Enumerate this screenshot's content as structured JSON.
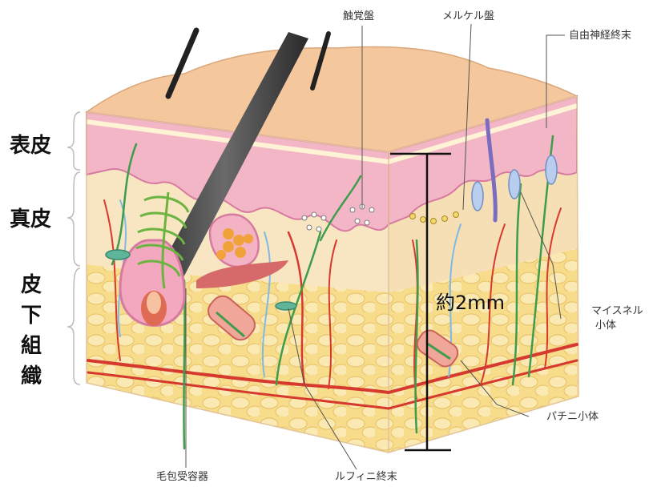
{
  "layers": {
    "epidermis": "表皮",
    "dermis": "真皮",
    "subcutaneous_chars": [
      "皮",
      "下",
      "組",
      "織"
    ]
  },
  "callouts": {
    "tactile_disc": "触覚盤",
    "merkel_disc": "メルケル盤",
    "free_nerve_ending": "自由神経終末",
    "meissner_line1": "マイスネル",
    "meissner_line2": "小体",
    "pacinian": "パチニ小体",
    "hair_follicle_receptor": "毛包受容器",
    "ruffini": "ルフィニ終末"
  },
  "measure_label": "約2mm"
}
